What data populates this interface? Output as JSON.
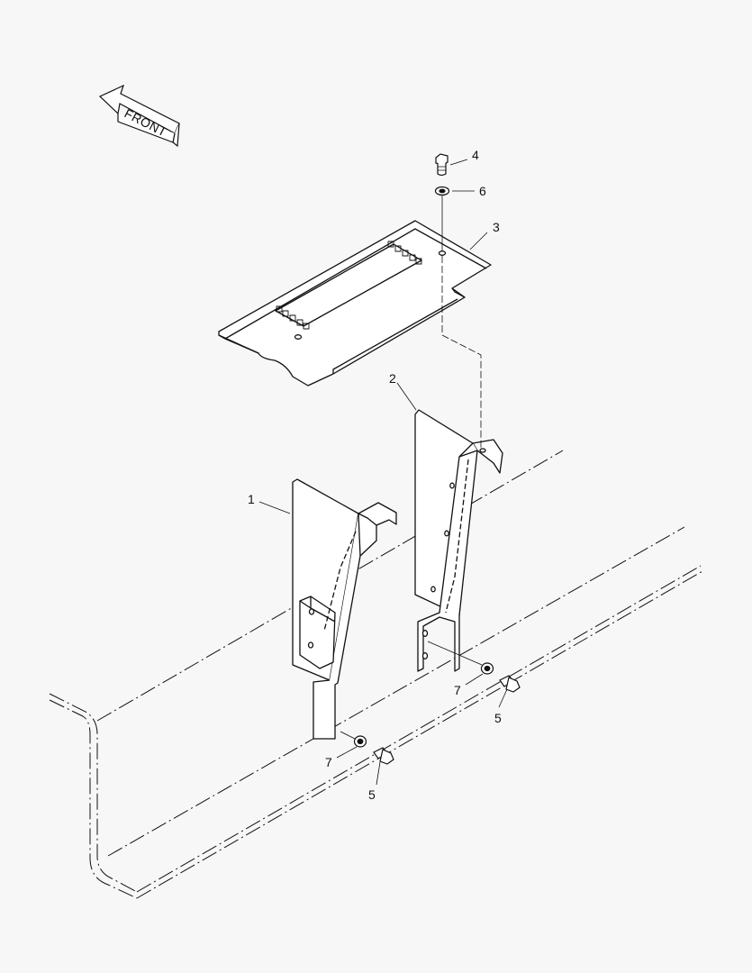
{
  "front_arrow": {
    "label": "FRONT"
  },
  "callouts": {
    "part_1": "1",
    "part_2": "2",
    "part_3": "3",
    "part_4": "4",
    "part_5_left": "5",
    "part_5_right": "5",
    "part_6": "6",
    "part_7_left": "7",
    "part_7_right": "7"
  },
  "colors": {
    "background": "#f7f7f7",
    "line": "#111111"
  }
}
